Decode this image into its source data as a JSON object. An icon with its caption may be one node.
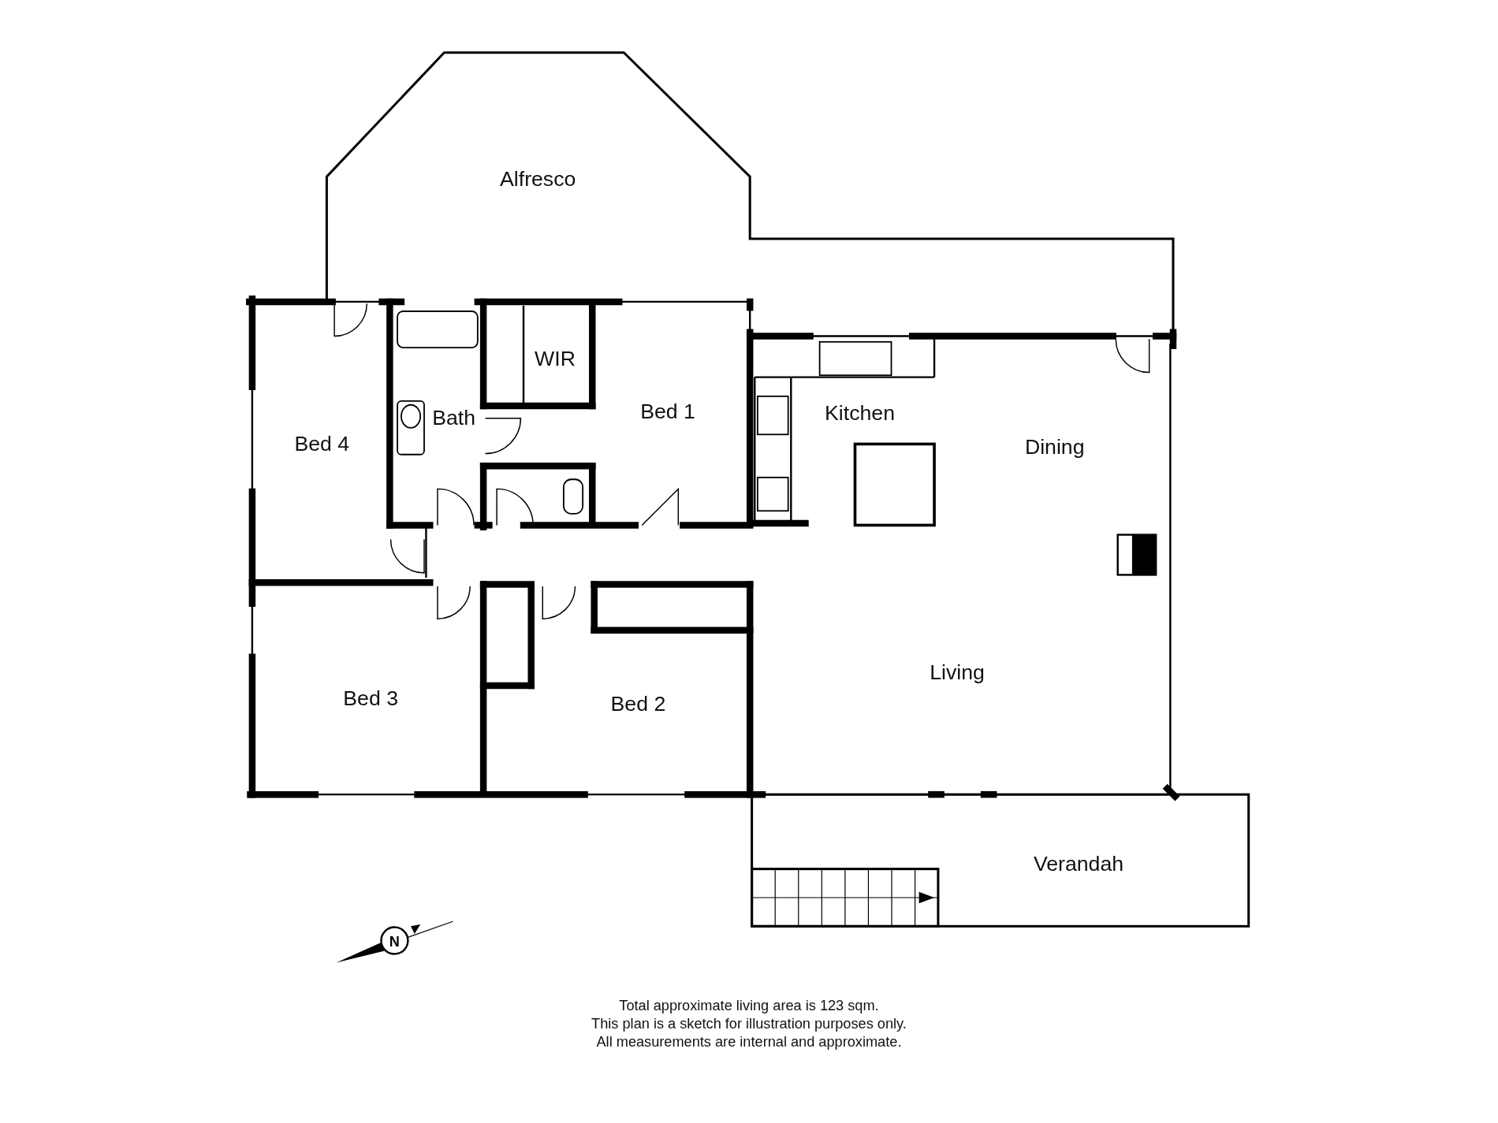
{
  "diagram": {
    "nodes": [
      {
        "text": [
          "Alfresco"
        ]
      },
      {
        "text": [
          "Bath"
        ]
      },
      {
        "text": [
          "WIR"
        ]
      },
      {
        "text": [
          "Bed 1"
        ]
      },
      {
        "text": [
          "Kitchen"
        ]
      },
      {
        "text": [
          "Bed 4"
        ]
      },
      {
        "text": [
          "Dining"
        ]
      },
      {
        "text": [
          "Living"
        ]
      },
      {
        "text": [
          "Bed 3"
        ]
      },
      {
        "text": [
          "Bed 2"
        ]
      },
      {
        "text": [
          "Verandah"
        ]
      }
    ],
    "labels": [
      "N",
      "Total approximate living area is 123 sqm.",
      "This plan is a sketch for illustration purposes only.",
      "All measurements are internal and approximate."
    ]
  }
}
